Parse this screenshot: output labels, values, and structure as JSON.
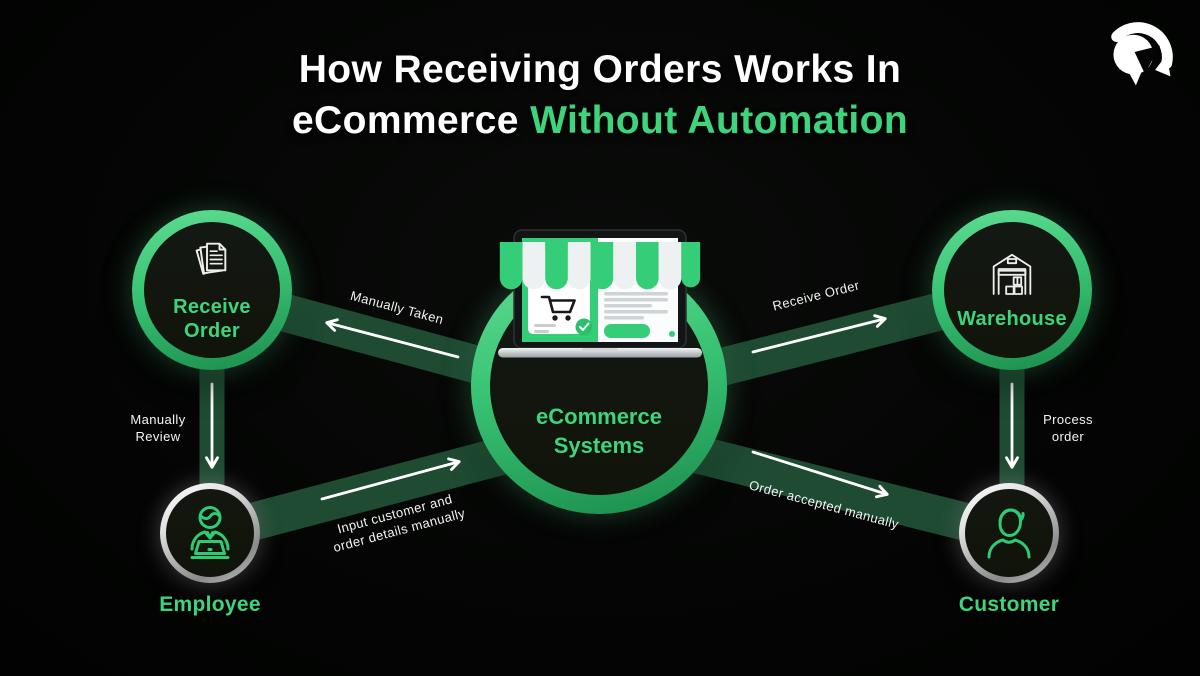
{
  "title": {
    "line1": "How Receiving Orders Works In",
    "line2_white": "eCommerce",
    "line2_green": "Without Automation"
  },
  "brand": {
    "logo": "trojan-helmet-logo"
  },
  "colors": {
    "background": "#040504",
    "accent_green": "#3ed47c",
    "band_green": "#1e4b32",
    "ring_green_light": "#60de93",
    "ring_green_dark": "#1b8c4c",
    "ring_silver_light": "#ffffff",
    "ring_silver_dark": "#8a8a8a",
    "node_fill": "#13170f",
    "arrow_white": "#ffffff"
  },
  "nodes": {
    "center": {
      "line1": "eCommerce",
      "line2": "Systems",
      "icon": "storefront-laptop-illustration"
    },
    "receive_order": {
      "line1": "Receive",
      "line2": "Order",
      "icon": "documents-icon"
    },
    "warehouse": {
      "label": "Warehouse",
      "icon": "warehouse-icon"
    },
    "employee": {
      "label": "Employee",
      "icon": "person-at-laptop-icon"
    },
    "customer": {
      "label": "Customer",
      "icon": "person-icon"
    }
  },
  "flows": [
    {
      "from": "eCommerce Systems",
      "to": "Receive Order",
      "label": "Manually Taken"
    },
    {
      "from": "Receive Order",
      "to": "Employee",
      "line1": "Manually",
      "line2": "Review"
    },
    {
      "from": "Employee",
      "to": "eCommerce Systems",
      "line1": "Input customer and",
      "line2": "order details manually"
    },
    {
      "from": "eCommerce Systems",
      "to": "Warehouse",
      "label": "Receive Order"
    },
    {
      "from": "Warehouse",
      "to": "Customer",
      "line1": "Process",
      "line2": "order"
    },
    {
      "from": "eCommerce Systems",
      "to": "Customer",
      "label": "Order accepted manually"
    }
  ]
}
